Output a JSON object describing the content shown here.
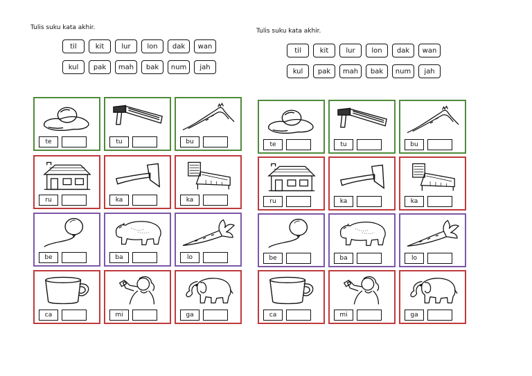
{
  "instruction": "Tulis  suku kata akhir.",
  "colors": {
    "row1": "#4f8a3b",
    "row2": "#c0393b",
    "row3": "#7b57a8",
    "row4": "#c0393b"
  },
  "word_bank": [
    [
      "til",
      "kit",
      "lur",
      "lon",
      "dak",
      "wan"
    ],
    [
      "kul",
      "pak",
      "mah",
      "bak",
      "num",
      "jah"
    ]
  ],
  "cards": [
    {
      "syllable": "te",
      "icon": "fried-egg-icon"
    },
    {
      "syllable": "tu",
      "icon": "hammer-icon"
    },
    {
      "syllable": "bu",
      "icon": "hill-icon"
    },
    {
      "syllable": "ru",
      "icon": "house-icon"
    },
    {
      "syllable": "ka",
      "icon": "axe-icon"
    },
    {
      "syllable": "ka",
      "icon": "bed-icon"
    },
    {
      "syllable": "be",
      "icon": "balloon-icon"
    },
    {
      "syllable": "ba",
      "icon": "hippo-icon"
    },
    {
      "syllable": "lo",
      "icon": "carrot-icon"
    },
    {
      "syllable": "ca",
      "icon": "cup-icon"
    },
    {
      "syllable": "mi",
      "icon": "girl-drinking-icon"
    },
    {
      "syllable": "ga",
      "icon": "elephant-icon"
    }
  ]
}
